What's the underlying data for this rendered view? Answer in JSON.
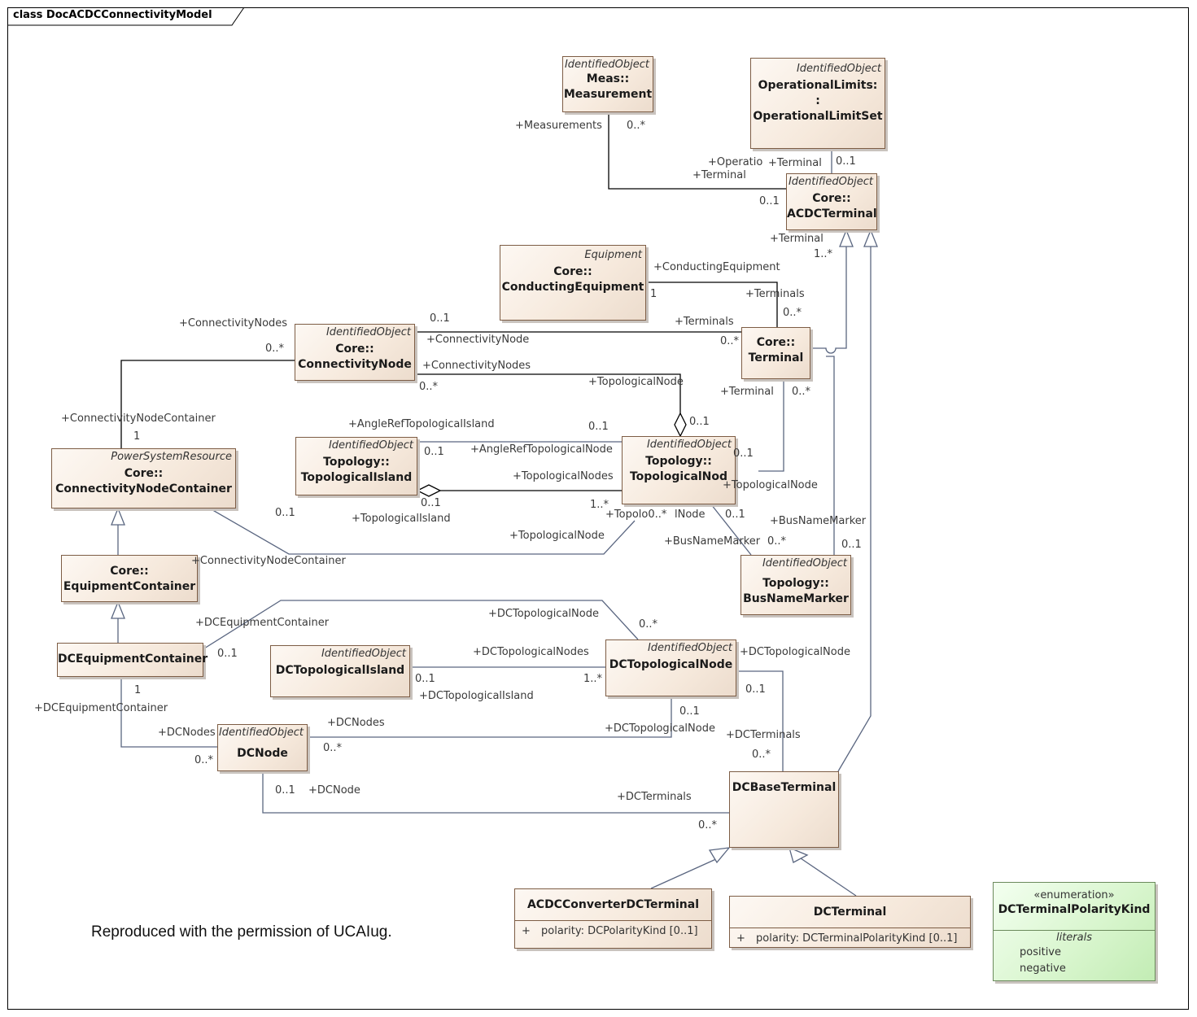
{
  "diagram": {
    "title": "class DocACDCConnectivityModel",
    "permission_note": "Reproduced with the permission of UCAIug."
  },
  "classes": {
    "measurement": {
      "stereotype": "IdentifiedObject",
      "name_line1": "Meas::",
      "name_line2": "Measurement"
    },
    "operational_limit_set": {
      "stereotype": "IdentifiedObject",
      "name_line1": "OperationalLimits:",
      "name_line2": ":",
      "name_line3": "OperationalLimitSet"
    },
    "acdc_terminal": {
      "stereotype": "IdentifiedObject",
      "name_line1": "Core::",
      "name_line2": "ACDCTerminal"
    },
    "conducting_equipment": {
      "stereotype": "Equipment",
      "name_line1": "Core::",
      "name_line2": "ConductingEquipment"
    },
    "connectivity_node": {
      "stereotype": "IdentifiedObject",
      "name_line1": "Core::",
      "name_line2": "ConnectivityNode"
    },
    "terminal": {
      "name_line1": "Core::",
      "name_line2": "Terminal"
    },
    "topological_island": {
      "stereotype": "IdentifiedObject",
      "name_line1": "Topology::",
      "name_line2": "TopologicalIsland"
    },
    "topological_node": {
      "stereotype": "IdentifiedObject",
      "name_line1": "Topology::",
      "name_line2": "TopologicalNod"
    },
    "connectivity_node_container": {
      "stereotype": "PowerSystemResource",
      "name_line1": "Core::",
      "name_line2": "ConnectivityNodeContainer"
    },
    "equipment_container": {
      "name_line1": "Core::",
      "name_line2": "EquipmentContainer"
    },
    "bus_name_marker": {
      "stereotype": "IdentifiedObject",
      "name_line1": "Topology::",
      "name_line2": "BusNameMarker"
    },
    "dc_equipment_container": {
      "name_line1": "DCEquipmentContainer"
    },
    "dc_topological_island": {
      "stereotype": "IdentifiedObject",
      "name_line1": "DCTopologicalIsland"
    },
    "dc_topological_node": {
      "stereotype": "IdentifiedObject",
      "name_line1": "DCTopologicalNode"
    },
    "dc_node": {
      "stereotype": "IdentifiedObject",
      "name_line1": "DCNode"
    },
    "dc_base_terminal": {
      "name_line1": "DCBaseTerminal"
    },
    "acdc_converter_dc_terminal": {
      "name_line1": "ACDCConverterDCTerminal",
      "attr_vis": "+",
      "attribute": "polarity: DCPolarityKind [0..1]"
    },
    "dc_terminal": {
      "name_line1": "DCTerminal",
      "attr_vis": "+",
      "attribute": "polarity: DCTerminalPolarityKind [0..1]"
    },
    "dc_terminal_polarity_kind": {
      "stereotype": "«enumeration»",
      "name_line1": "DCTerminalPolarityKind",
      "section": "literals",
      "literals": [
        "positive",
        "negative"
      ]
    }
  },
  "labels": [
    {
      "text": "+Measurements"
    },
    {
      "text": "0..*"
    },
    {
      "text": "+Operatio"
    },
    {
      "text": "+Terminal"
    },
    {
      "text": "0..1"
    },
    {
      "text": "+Terminal"
    },
    {
      "text": "0..1"
    },
    {
      "text": "+Terminal"
    },
    {
      "text": "1..*"
    },
    {
      "text": "+ConductingEquipment"
    },
    {
      "text": "1"
    },
    {
      "text": "+Terminals"
    },
    {
      "text": "0..*"
    },
    {
      "text": "+ConnectivityNodes"
    },
    {
      "text": "0..*"
    },
    {
      "text": "0..1"
    },
    {
      "text": "+ConnectivityNode"
    },
    {
      "text": "+Terminals"
    },
    {
      "text": "0..*"
    },
    {
      "text": "+ConnectivityNodes"
    },
    {
      "text": "0..*"
    },
    {
      "text": "+TopologicalNode"
    },
    {
      "text": "0..1"
    },
    {
      "text": "+Terminal"
    },
    {
      "text": "0..*"
    },
    {
      "text": "+ConnectivityNodeContainer"
    },
    {
      "text": "1"
    },
    {
      "text": "+AngleRefTopologicalIsland"
    },
    {
      "text": "0..1"
    },
    {
      "text": "0..1"
    },
    {
      "text": "+AngleRefTopologicalNode"
    },
    {
      "text": "0..1"
    },
    {
      "text": "+TopologicalNodes"
    },
    {
      "text": "+TopologicalNode"
    },
    {
      "text": "0..1"
    },
    {
      "text": "+TopologicalIsland"
    },
    {
      "text": "1..*"
    },
    {
      "text": "0..1"
    },
    {
      "text": "+Topolo0..*"
    },
    {
      "text": "lNode"
    },
    {
      "text": "0..1"
    },
    {
      "text": "+BusNameMarker"
    },
    {
      "text": "+TopologicalNode"
    },
    {
      "text": "+BusNameMarker"
    },
    {
      "text": "0..*"
    },
    {
      "text": "0..1"
    },
    {
      "text": "+ConnectivityNodeContainer"
    },
    {
      "text": "+DCTopologicalNode"
    },
    {
      "text": "0..*"
    },
    {
      "text": "+DCEquipmentContainer"
    },
    {
      "text": "0..1"
    },
    {
      "text": "+DCTopologicalNodes"
    },
    {
      "text": "+DCTopologicalNode"
    },
    {
      "text": "0..1"
    },
    {
      "text": "1..*"
    },
    {
      "text": "+DCTopologicalIsland"
    },
    {
      "text": "0..1"
    },
    {
      "text": "1"
    },
    {
      "text": "+DCEquipmentContainer"
    },
    {
      "text": "0..1"
    },
    {
      "text": "+DCNodes"
    },
    {
      "text": "+DCNodes"
    },
    {
      "text": "+DCTopologicalNode"
    },
    {
      "text": "+DCTerminals"
    },
    {
      "text": "0..*"
    },
    {
      "text": "0..*"
    },
    {
      "text": "0..*"
    },
    {
      "text": "0..1"
    },
    {
      "text": "+DCNode"
    },
    {
      "text": "+DCTerminals"
    },
    {
      "text": "0..*"
    }
  ]
}
